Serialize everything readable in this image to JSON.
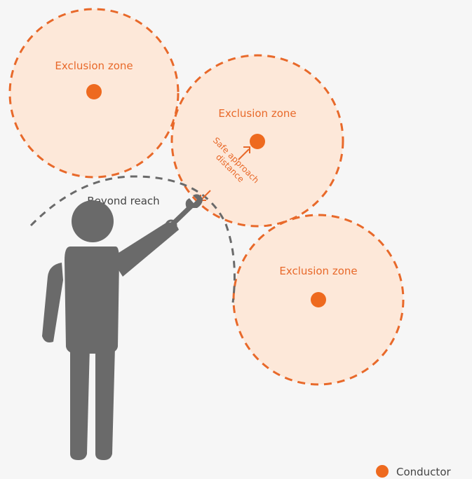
{
  "colors": {
    "background": "#f6f6f6",
    "zone_fill": "#fde8d9",
    "zone_stroke": "#e8692a",
    "conductor": "#ee6a1f",
    "figure": "#6a6a6a",
    "reach_arc": "#6a6a6a",
    "text_orange": "#e8692a",
    "text_gray": "#444444"
  },
  "zones": [
    {
      "label": "Exclusion zone"
    },
    {
      "label": "Exclusion zone"
    },
    {
      "label": "Exclusion zone"
    }
  ],
  "reach": {
    "label": "Beyond reach"
  },
  "safe_approach": {
    "line1": "Safe approach",
    "line2": "distance"
  },
  "legend": {
    "label": "Conductor",
    "icon": "conductor-dot"
  },
  "figure": {
    "icon": "person-with-wrench"
  }
}
